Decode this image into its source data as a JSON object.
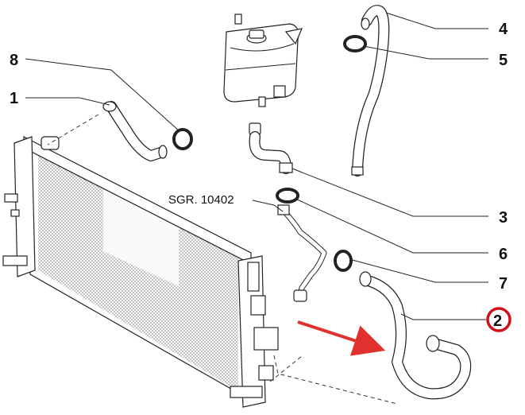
{
  "diagram": {
    "callouts": [
      {
        "id": "c1",
        "text": "1"
      },
      {
        "id": "c2",
        "text": "2",
        "highlighted": true
      },
      {
        "id": "c3",
        "text": "3"
      },
      {
        "id": "c4",
        "text": "4"
      },
      {
        "id": "c5",
        "text": "5"
      },
      {
        "id": "c6",
        "text": "6"
      },
      {
        "id": "c7",
        "text": "7"
      },
      {
        "id": "c8",
        "text": "8"
      }
    ],
    "reference_label": "SGR. 10402",
    "colors": {
      "line": "#222222",
      "highlight_ring": "#d0111b",
      "arrow": "#e0312f",
      "background": "#ffffff"
    }
  }
}
